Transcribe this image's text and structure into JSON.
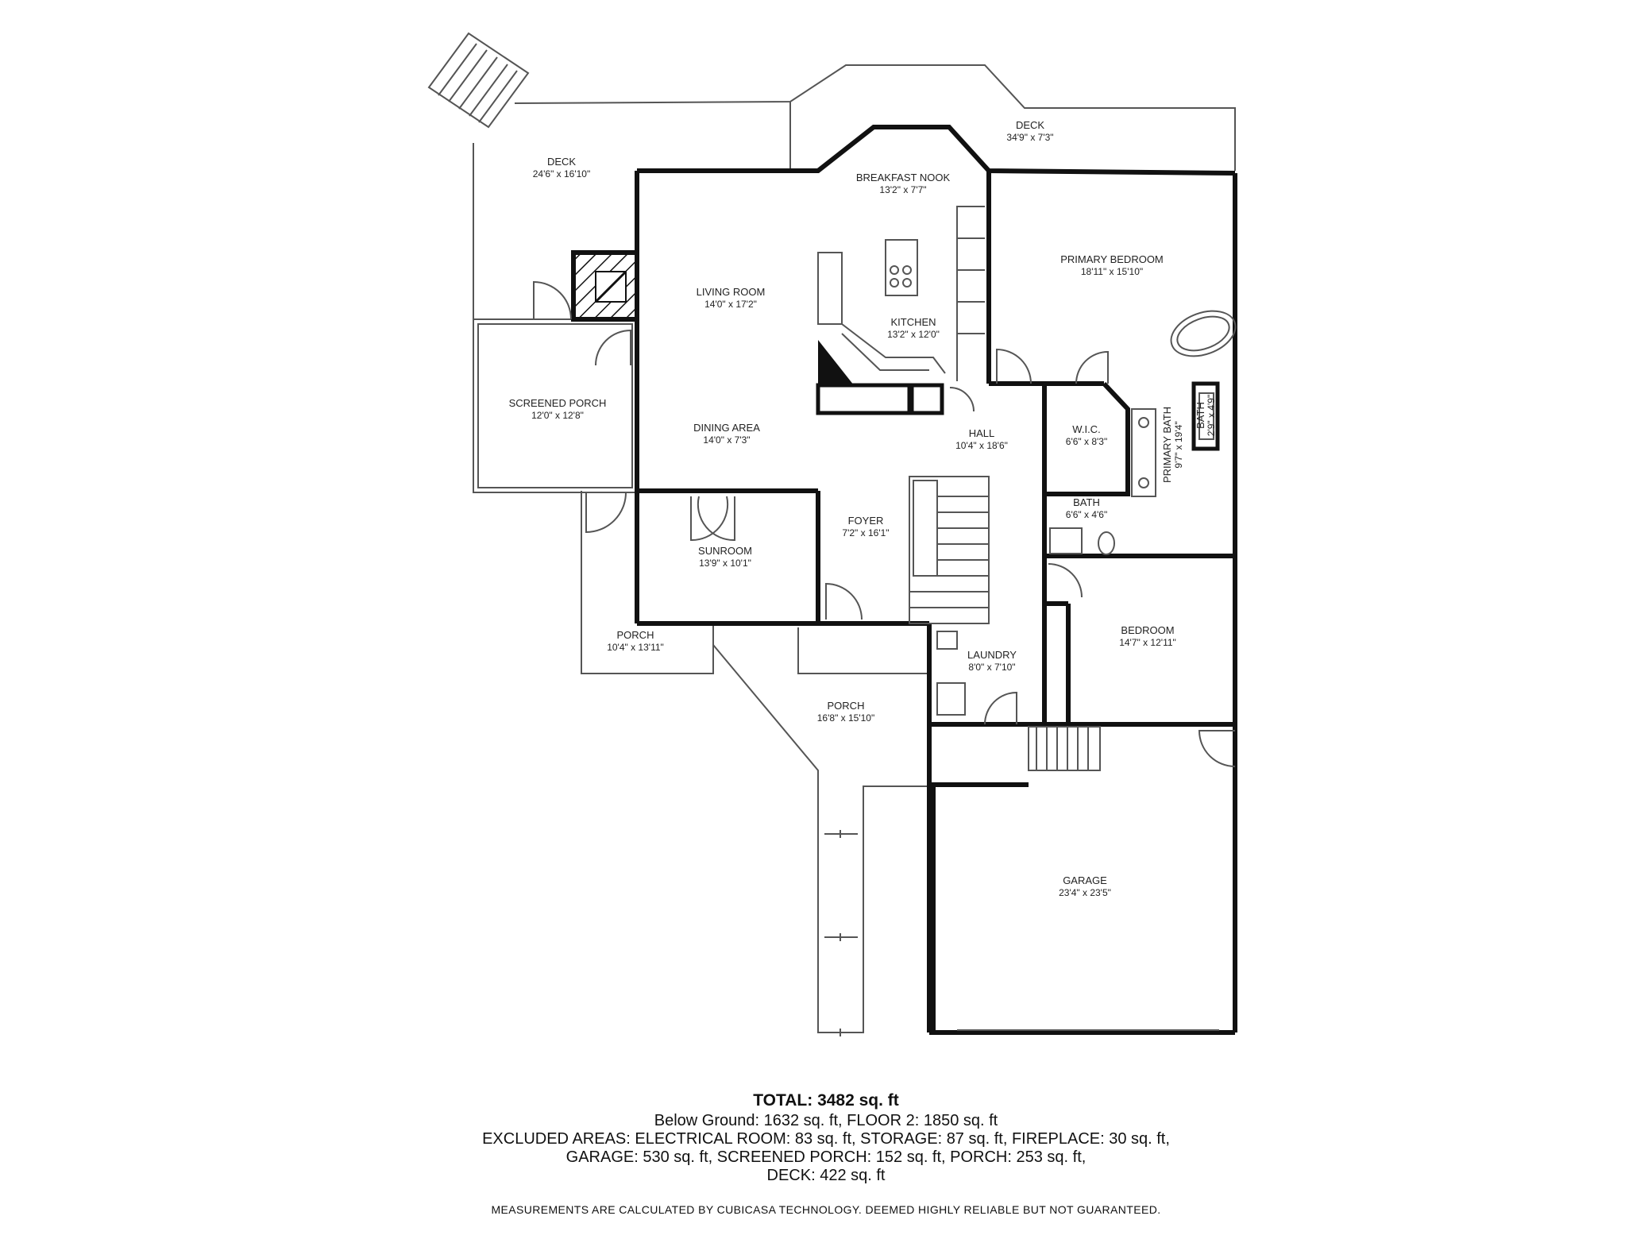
{
  "rooms": {
    "deck_left": {
      "name": "DECK",
      "dims": "24'6\" x 16'10\""
    },
    "deck_top": {
      "name": "DECK",
      "dims": "34'9\" x 7'3\""
    },
    "breakfast_nook": {
      "name": "BREAKFAST NOOK",
      "dims": "13'2\" x 7'7\""
    },
    "living_room": {
      "name": "LIVING ROOM",
      "dims": "14'0\" x 17'2\""
    },
    "kitchen": {
      "name": "KITCHEN",
      "dims": "13'2\" x 12'0\""
    },
    "primary_bedroom": {
      "name": "PRIMARY BEDROOM",
      "dims": "18'11\" x 15'10\""
    },
    "screened_porch": {
      "name": "SCREENED PORCH",
      "dims": "12'0\" x 12'8\""
    },
    "dining_area": {
      "name": "DINING AREA",
      "dims": "14'0\" x 7'3\""
    },
    "hall": {
      "name": "HALL",
      "dims": "10'4\" x 18'6\""
    },
    "wic": {
      "name": "W.I.C.",
      "dims": "6'6\" x 8'3\""
    },
    "primary_bath": {
      "name": "PRIMARY BATH",
      "dims": "9'7\" x 19'4\""
    },
    "bath_small": {
      "name": "BATH",
      "dims": "2'9\" x 4'9\""
    },
    "bath": {
      "name": "BATH",
      "dims": "6'6\" x 4'6\""
    },
    "foyer": {
      "name": "FOYER",
      "dims": "7'2\" x 16'1\""
    },
    "sunroom": {
      "name": "SUNROOM",
      "dims": "13'9\" x 10'1\""
    },
    "porch_left": {
      "name": "PORCH",
      "dims": "10'4\" x 13'11\""
    },
    "laundry": {
      "name": "LAUNDRY",
      "dims": "8'0\" x 7'10\""
    },
    "bedroom": {
      "name": "BEDROOM",
      "dims": "14'7\" x 12'11\""
    },
    "porch_front": {
      "name": "PORCH",
      "dims": "16'8\" x 15'10\""
    },
    "garage": {
      "name": "GARAGE",
      "dims": "23'4\" x 23'5\""
    }
  },
  "summary": {
    "total": "TOTAL: 3482 sq. ft",
    "line1": "Below Ground: 1632 sq. ft, FLOOR 2: 1850 sq. ft",
    "line2": "EXCLUDED AREAS: ELECTRICAL ROOM: 83 sq. ft, STORAGE: 87 sq. ft, FIREPLACE: 30 sq. ft,",
    "line3": "GARAGE: 530 sq. ft, SCREENED PORCH: 152 sq. ft, PORCH: 253 sq. ft,",
    "line4": "DECK: 422 sq. ft",
    "disclaimer": "MEASUREMENTS ARE CALCULATED BY CUBICASA TECHNOLOGY. DEEMED HIGHLY RELIABLE BUT NOT GUARANTEED."
  },
  "colors": {
    "wall": "#111111",
    "outline": "#555555",
    "background": "#ffffff"
  }
}
